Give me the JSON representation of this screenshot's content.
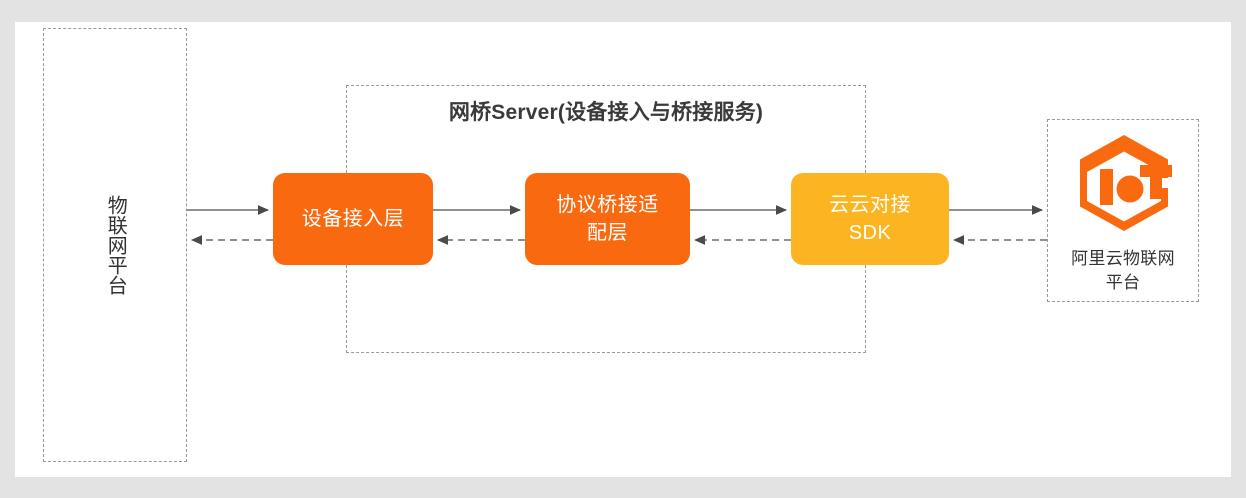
{
  "canvas": {
    "background": "#ffffff",
    "page_background": "#e3e3e3"
  },
  "colors": {
    "primary_orange": "#f96a10",
    "accent_amber": "#fcb521",
    "logo_orange": "#f96a10",
    "dashed_border": "#9a9a9a",
    "connector": "#585858",
    "text_dark": "#333333",
    "text_light": "#ffffff"
  },
  "left_group": {
    "name": "iot-platform",
    "label": "物联网平台",
    "orientation": "vertical",
    "border_style": "dashed"
  },
  "bridge_group": {
    "name": "bridge-server",
    "title": "网桥Server(设备接入与桥接服务)",
    "border_style": "dashed",
    "nodes": [
      {
        "id": "device-access-layer",
        "label": "设备接入层",
        "lines": [
          "设备接入层"
        ],
        "color": "#f96a10"
      },
      {
        "id": "protocol-bridge-adapter-layer",
        "label": "协议桥接适配层",
        "lines": [
          "协议桥接适",
          "配层"
        ],
        "color": "#f96a10"
      },
      {
        "id": "cloud-to-cloud-sdk",
        "label": "云云对接SDK",
        "lines": [
          "云云对接",
          "SDK"
        ],
        "color": "#fcb521"
      }
    ]
  },
  "right_group": {
    "name": "alicloud-iot-platform",
    "label_lines": [
      "阿里云物联网",
      "平台"
    ],
    "label": "阿里云物联网平台",
    "logo": "iot-hexagon-logo",
    "border_style": "dashed"
  },
  "connectors": {
    "forward_style": "solid-arrow-right",
    "return_style": "dashed-arrow-left",
    "pairs": [
      {
        "from": "iot-platform",
        "to": "device-access-layer"
      },
      {
        "from": "device-access-layer",
        "to": "protocol-bridge-adapter-layer"
      },
      {
        "from": "protocol-bridge-adapter-layer",
        "to": "cloud-to-cloud-sdk"
      },
      {
        "from": "cloud-to-cloud-sdk",
        "to": "alicloud-iot-platform"
      }
    ]
  }
}
